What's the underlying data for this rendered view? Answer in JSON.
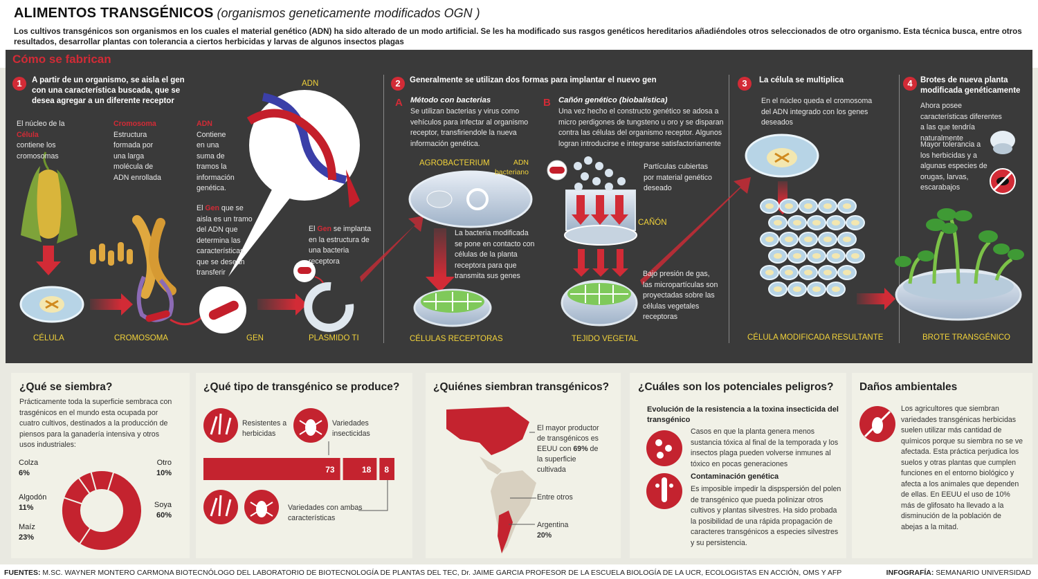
{
  "header": {
    "title_bold": "ALIMENTOS TRANSGÉNICOS",
    "title_italic": " (organismos geneticamente modificados OGN )",
    "intro": "Los cultivos transgénicos son organismos en los cuales el material genético (ADN) ha sido alterado de un modo artificial. Se les ha modificado sus rasgos genéticos hereditarios añadiéndoles otros seleccionados de otro organismo. Esta técnica busca, entre otros resultados, desarrollar plantas con tolerancia a ciertos herbicidas y larvas de algunos insectos plagas"
  },
  "process": {
    "title": "Cómo se fabrican",
    "step1": {
      "num": "1",
      "title": "A partir de un organismo, se aisla el gen con una característica buscada, que se desea agregar a un diferente receptor",
      "nucleo_pre": "El núcleo de la ",
      "nucleo_red": "Célula",
      "nucleo_post": " contiene los cromosomas",
      "crom_red": "Cromosoma",
      "crom_txt": "Estructura formada por una larga molécula de ADN enrollada",
      "adn_red": "ADN",
      "adn_txt": "Contiene en una suma de tramos la información genética.",
      "gen_pre": "El ",
      "gen_red": "Gen",
      "gen_post": " que se aisla es un tramo del ADN que determina las características que se desean transferir",
      "adn_label": "ADN",
      "implanta_pre": "El ",
      "implanta_red": "Gen",
      "implanta_post": " se implanta en la estructura de una bacteria receptora",
      "lbl_celula": "CÉLULA",
      "lbl_cromosoma": "CROMOSOMA",
      "lbl_gen": "GEN",
      "lbl_plasmido": "PLASMIDO TI"
    },
    "step2": {
      "num": "2",
      "title": "Generalmente se utilizan dos formas para implantar el nuevo gen",
      "a_letter": "A",
      "a_title": "Método con bacterias",
      "a_txt": "Se utilizan bacterias y virus como vehículos para infectar al organismo receptor, transfiriendole la nueva información genética.",
      "agro": "AGROBACTERIUM",
      "adn_bact": "ADN bacteriano",
      "contacto": "La bacteria modificada se pone en contacto con células de la planta receptora para que transmita sus genes",
      "lbl_celulas": "CÉLULAS RECEPTORAS",
      "b_letter": "B",
      "b_title": "Cañón genético (biobalística)",
      "b_txt": "Una vez hecho el constructo genético se adosa a micro perdigones de tungsteno u oro y se disparan contra las células del organismo receptor. Algunos logran introducirse e integrarse satisfactoriamente",
      "particulas": "Partículas cubiertas por material genético deseado",
      "canon": "CAÑÓN",
      "presion": "Bajo presión de gas, las micropartículas son proyectadas sobre las células vegetales receptoras",
      "lbl_tejido": "TEJIDO VEGETAL"
    },
    "step3": {
      "num": "3",
      "title": "La célula se multiplica",
      "txt": "En el núcleo queda el cromosoma del ADN integrado con los genes deseados",
      "lbl": "CÉLULA MODIFICADA RESULTANTE"
    },
    "step4": {
      "num": "4",
      "title": "Brotes de nueva planta modificada genéticamente",
      "txt1": "Ahora posee características diferentes a las que tendría naturalmente",
      "txt2": "Mayor tolerancia a los herbicidas y a algunas especies de orugas, larvas, escarabajos",
      "lbl": "BROTE TRANSGÉNICO"
    }
  },
  "que_se_siembra": {
    "title": "¿Qué se siembra?",
    "txt": "Prácticamente toda la superficie sembraca con trasgénicos en el mundo esta ocupada por cuatro cultivos, destinados a la producción de piensos para la ganadería intensiva y otros usos industriales:",
    "chart_data": {
      "type": "pie",
      "categories": [
        "Soya",
        "Maíz",
        "Algodón",
        "Colza",
        "Otro"
      ],
      "values": [
        60,
        23,
        11,
        6,
        10
      ],
      "value_labels": [
        "60%",
        "23%",
        "11%",
        "6%",
        "10%"
      ],
      "color": "#c4232f"
    }
  },
  "tipo": {
    "title": "¿Qué tipo de transgénico se produce?",
    "herbicidas": "Resistentes a herbicidas",
    "insecticidas": "Variedades insecticidas",
    "ambas": "Variedades con ambas características",
    "chart_data": {
      "type": "bar",
      "categories": [
        "Resistentes a herbicidas",
        "Variedades insecticidas",
        "Variedades con ambas características"
      ],
      "values": [
        73,
        18,
        8
      ],
      "color": "#c4232f"
    }
  },
  "quienes": {
    "title": "¿Quiénes siembran transgénicos?",
    "eeuu_txt": "El mayor productor de transgénicos es EEUU con ",
    "eeuu_pct": "69%",
    "eeuu_post": " de la superficie cultivada",
    "entre": "Entre otros",
    "argentina": "Argentina",
    "arg_pct": "20%"
  },
  "peligros": {
    "title": "¿Cuáles son los potenciales peligros?",
    "sub1": "Evolución de la resistencia a la toxina insecticida del transgénico",
    "txt1": "Casos en que la planta genera menos sustancia tóxica al final de la temporada y los insectos plaga pueden volverse inmunes al tóxico en pocas generaciones",
    "sub2": "Contaminación genética",
    "txt2": "Es imposible impedir la dispspersión del polen de transgénico que pueda polinizar otros cultivos y plantas silvestres. Ha sido probada la posibilidad de una rápida propagación de caracteres transgénicos a especies silvestres y su persistencia."
  },
  "danos": {
    "title": "Daños ambientales",
    "txt": "Los agricultores que siembran variedades transgénicas herbicidas suelen utilizar más cantidad de químicos porque su siembra no se ve afectada. Esta práctica perjudica los suelos y otras plantas que cumplen funciones en el entorno biológico y afecta a los animales que dependen de ellas. En EEUU el uso de 10% más de glifosato ha llevado a la disminución de la población de abejas a la mitad."
  },
  "footer": {
    "fuentes_label": "FUENTES:",
    "fuentes": " M.SC. WAYNER MONTERO CARMONA BIOTECNÓLOGO DEL LABORATORIO DE BIOTECNOLOGÍA DE PLANTAS DEL TEC,  Dr. JAIME GARCIA PROFESOR DE LA ESCUELA BIOLOGÍA DE LA UCR,  ECOLOGISTAS EN ACCIÓN, OMS Y AFP",
    "infografia_label": "INFOGRAFÍA:",
    "infografia": " SEMANARIO UNIVERSIDAD"
  },
  "colors": {
    "accent": "#d22b36",
    "dark": "#3a3a3a",
    "panel": "#f1f1e7",
    "label": "#f2d33a"
  }
}
